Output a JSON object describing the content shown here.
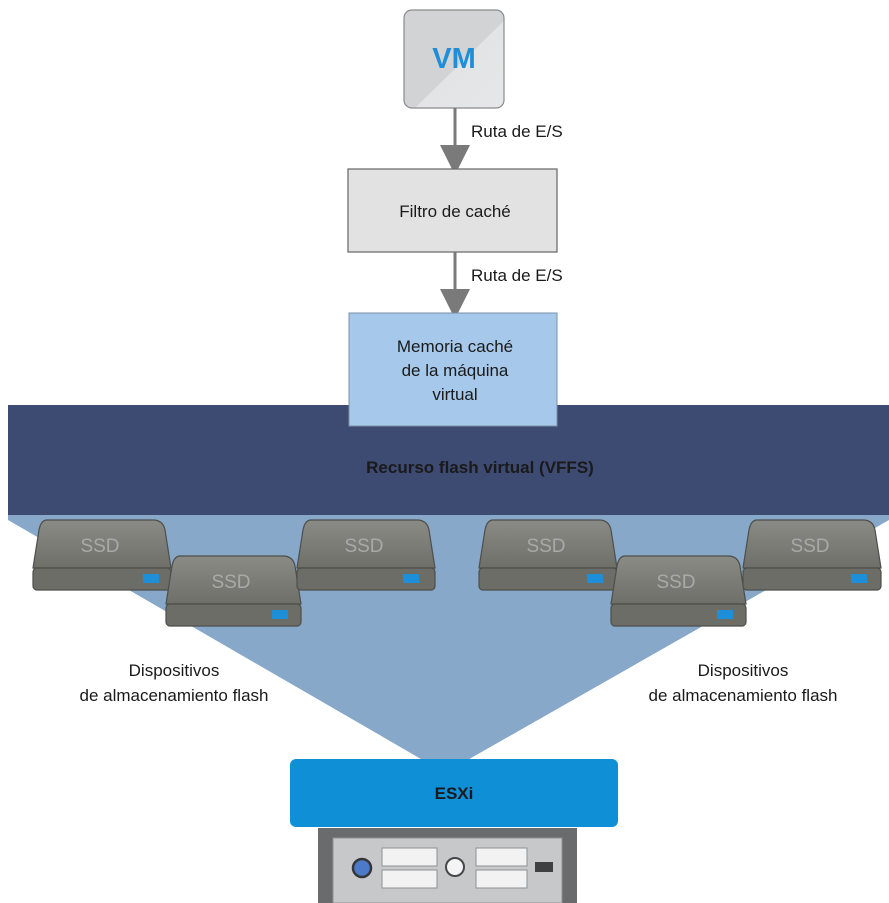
{
  "vm": {
    "label": "VM"
  },
  "io_path_top": {
    "label": "Ruta de E/S"
  },
  "cache_filter": {
    "label": "Filtro de caché"
  },
  "io_path_bottom": {
    "label": "Ruta de E/S"
  },
  "vm_cache": {
    "lines": [
      "Memoria caché",
      "de la máquina",
      "virtual"
    ]
  },
  "vffs": {
    "label": "Recurso flash virtual (VFFS)"
  },
  "ssd_label": "SSD",
  "flash_left": {
    "lines": [
      "Dispositivos",
      "de almacenamiento flash"
    ]
  },
  "flash_right": {
    "lines": [
      "Dispositivos",
      "de almacenamiento flash"
    ]
  },
  "esxi": {
    "label": "ESXi"
  },
  "colors": {
    "vm_text": "#1e8ed8",
    "vffs_bar": "#3d4a72",
    "cache_box": "#a6c8ea",
    "esxi_box": "#0f8fd6",
    "flash_fan": "#87a8c9",
    "ssd_body": "#767671",
    "ssd_led": "#1c8fd8",
    "arrow": "#7a7a7a"
  }
}
